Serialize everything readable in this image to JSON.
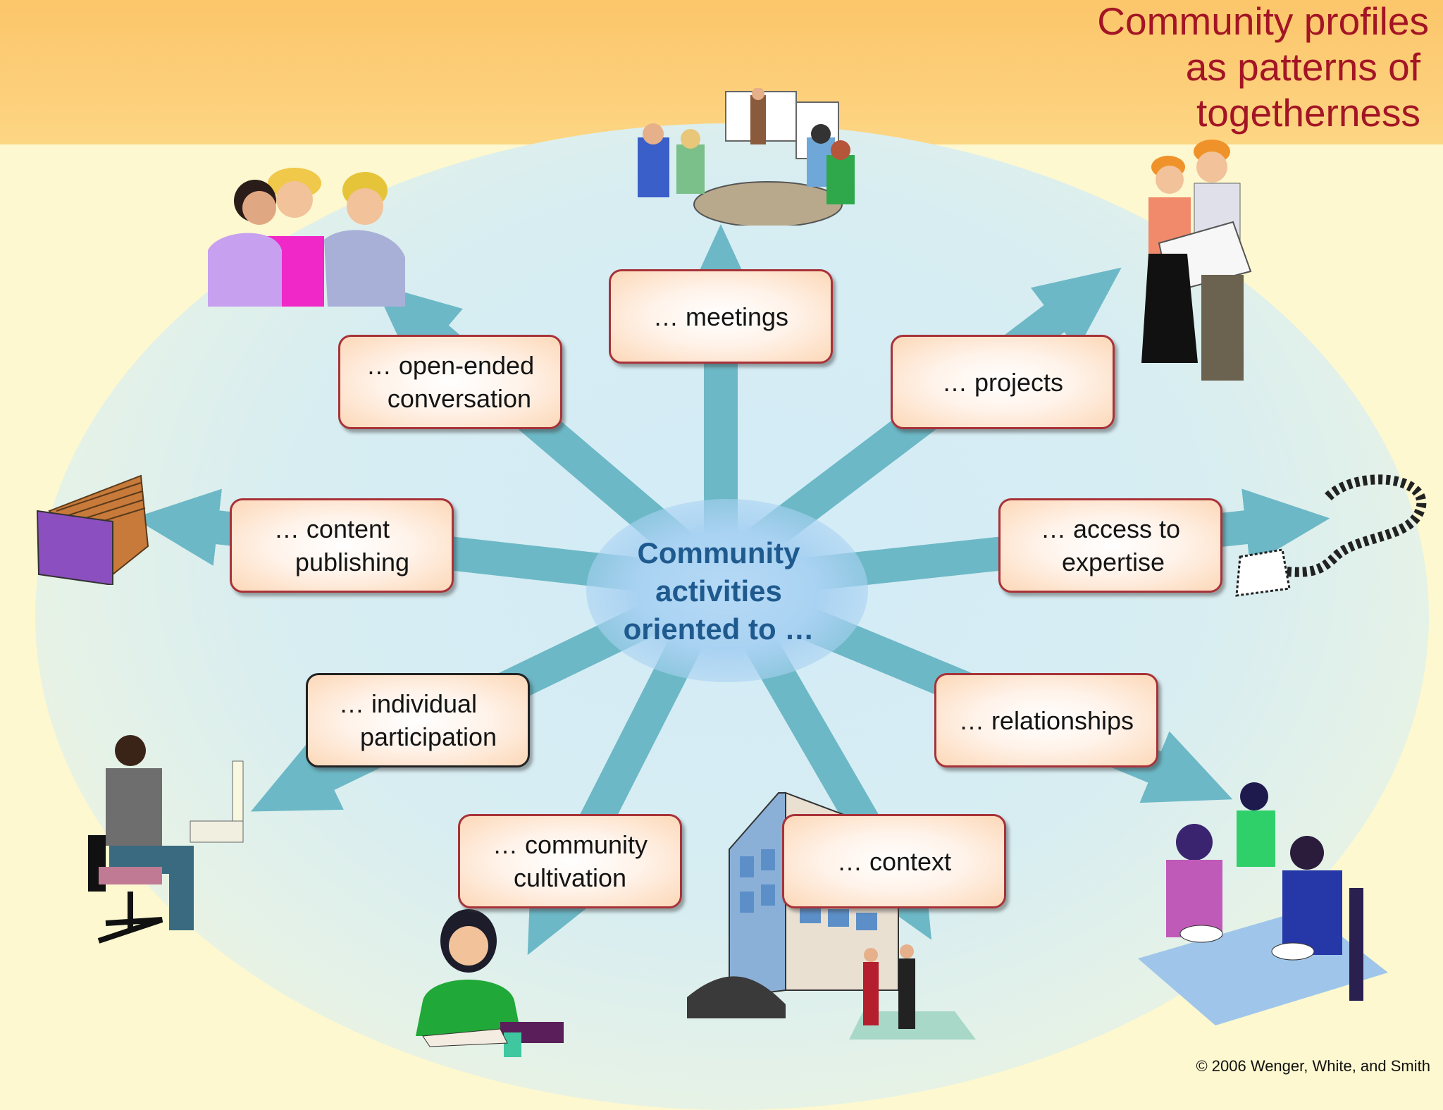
{
  "title": {
    "line1": "Community profiles",
    "line2": "as patterns of",
    "line3": "togetherness"
  },
  "center": {
    "line1": "Community",
    "line2": "activities",
    "line3": "oriented to …"
  },
  "boxes": {
    "meetings": "… meetings",
    "projects": "… projects",
    "access": "… access to\n   expertise",
    "relationships": "… relationships",
    "context": "… context",
    "cultivation": "… community\n   cultivation",
    "individual": "… individual\n   participation",
    "content": "… content\n   publishing",
    "conversation": "… open-ended\n   conversation"
  },
  "copyright": "© 2006 Wenger, White, and Smith",
  "colors": {
    "banner": "#fcc66a",
    "title": "#a31525",
    "center_text": "#1f5a8e",
    "arrow": "#6cb8c6",
    "box_border": "#a83238"
  },
  "icons": [
    "meeting-table-clipart",
    "construction-workers-clipart",
    "question-mark-clipart",
    "dining-couple-clipart",
    "office-building-clipart",
    "phone-woman-clipart",
    "computer-user-clipart",
    "file-folders-clipart",
    "three-people-talking-clipart"
  ]
}
